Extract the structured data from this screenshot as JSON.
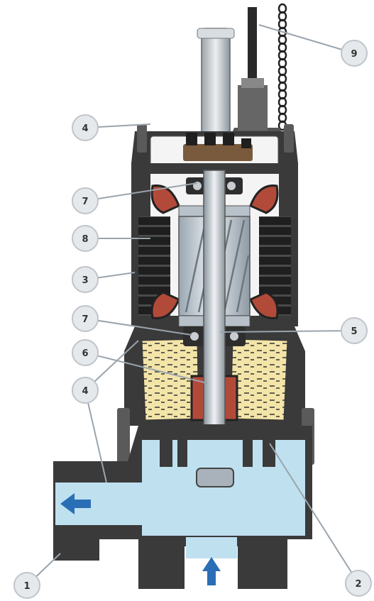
{
  "diagram": {
    "callouts": [
      {
        "id": "c1",
        "label": "1"
      },
      {
        "id": "c2",
        "label": "2"
      },
      {
        "id": "c3",
        "label": "3"
      },
      {
        "id": "c4a",
        "label": "4"
      },
      {
        "id": "c4b",
        "label": "4"
      },
      {
        "id": "c4c",
        "label": "4"
      },
      {
        "id": "c5",
        "label": "5"
      },
      {
        "id": "c6",
        "label": "6"
      },
      {
        "id": "c7a",
        "label": "7"
      },
      {
        "id": "c7b",
        "label": "7"
      },
      {
        "id": "c8",
        "label": "8"
      },
      {
        "id": "c9",
        "label": "9"
      }
    ],
    "colors": {
      "casing": "#3a3a3a",
      "casing_light": "#5a5a5a",
      "water": "#bfe0ef",
      "rotor": "#c9d2da",
      "winding": "#222222",
      "seal_copper": "#b24a3a",
      "oil": "#f2e3a6",
      "arrow": "#2a6fb5",
      "callout_fill": "#e6e9ec",
      "leader": "#9aa4ad"
    },
    "icons": [
      "outflow-arrow-icon",
      "inflow-arrow-icon"
    ]
  }
}
